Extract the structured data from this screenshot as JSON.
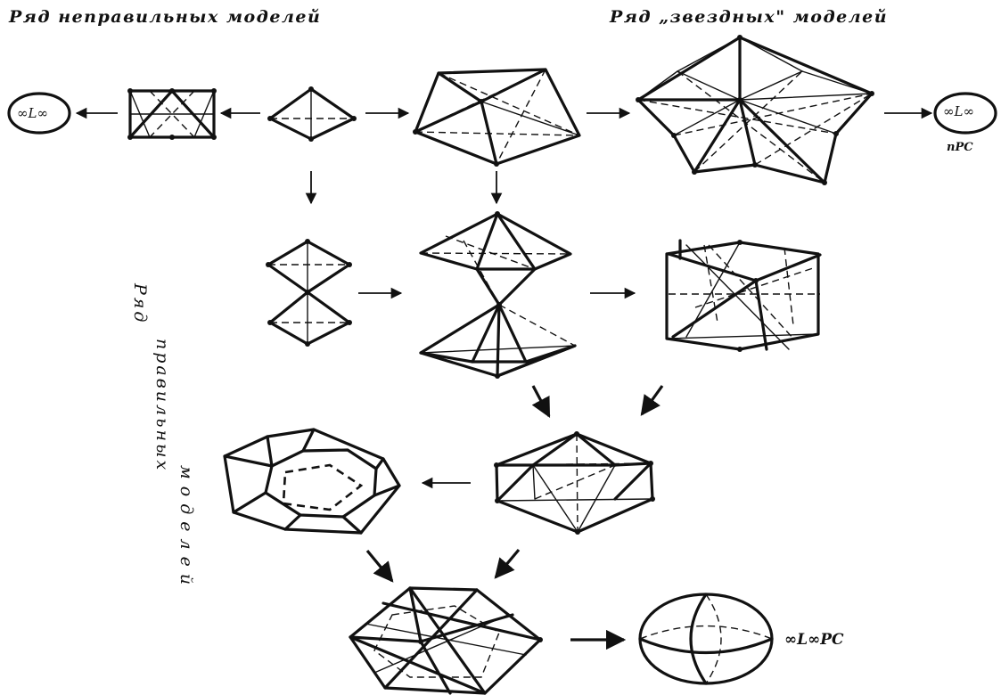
{
  "titles": {
    "left": "Ряд неправильных моделей",
    "right": "Ряд „звездных\" моделей"
  },
  "vertical_label": {
    "line1": "Ряд",
    "line2": "правильных",
    "line3": "моделей"
  },
  "terminals": {
    "left_circle": "∞L∞",
    "right_circle": "∞L∞",
    "right_subscript": "nPC",
    "sphere": "∞L∞PC"
  }
}
